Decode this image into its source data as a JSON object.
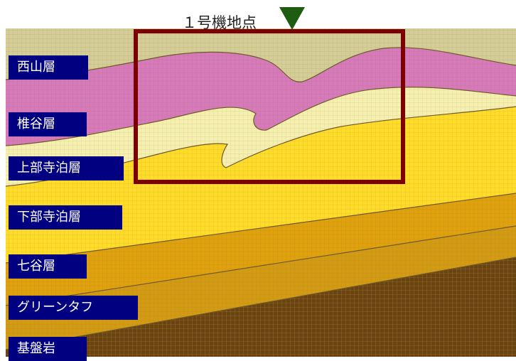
{
  "site_label": "１号機地点",
  "formations": [
    {
      "name": "西山層",
      "color": "#d4cd98"
    },
    {
      "name": "椎谷層",
      "color": "#d67aba"
    },
    {
      "name": "上部寺泊層",
      "color": "#f5f0b0"
    },
    {
      "name": "下部寺泊層",
      "color": "#ffdc2a"
    },
    {
      "name": "七谷層",
      "color": "#e0a10e"
    },
    {
      "name": "グリーンタフ",
      "color": "#d39a14"
    },
    {
      "name": "基盤岩",
      "color": "#6a4410"
    }
  ],
  "colors": {
    "marker": "#1e5c12",
    "highlight_box": "#7c0000",
    "label_background": "#000080",
    "label_text": "#ffffff"
  }
}
